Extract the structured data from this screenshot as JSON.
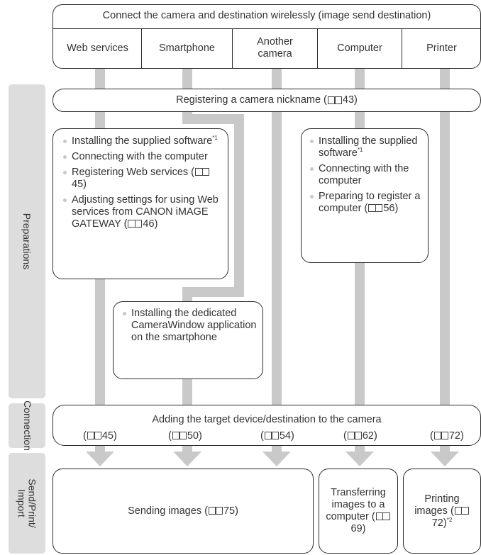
{
  "header": {
    "title": "Connect the camera and destination wirelessly (image send destination)",
    "destinations": [
      "Web services",
      "Smartphone",
      "Another camera",
      "Computer",
      "Printer"
    ]
  },
  "stages": [
    "Preparations",
    "Connection",
    "Send/Print/ Import"
  ],
  "nickname": {
    "label": "Registering a camera nickname",
    "page": "43"
  },
  "web_prep": {
    "item1": "Installing the supplied software",
    "item1_note": "*1",
    "item2": "Connecting with the computer",
    "item3": "Registering Web services",
    "item3_page": "45",
    "item4": "Adjusting settings for using Web services from CANON iMAGE GATEWAY",
    "item4_page": "46"
  },
  "computer_prep": {
    "item1": "Installing the supplied software",
    "item1_note": "*1",
    "item2": "Connecting with the computer",
    "item3": "Preparing to register a computer",
    "item3_page": "56"
  },
  "smartphone_prep": {
    "item1": "Installing the dedicated CameraWindow application on the smartphone"
  },
  "connection": {
    "label": "Adding the target device/destination to the camera",
    "pages": [
      "45",
      "50",
      "54",
      "62",
      "72"
    ]
  },
  "send": {
    "sending_label": "Sending images",
    "sending_page": "75",
    "transfer_label": "Transferring images to a computer",
    "transfer_page": "69",
    "print_label": "Printing images",
    "print_page": "72",
    "print_note": "*2"
  },
  "colors": {
    "stage_band": "#dddddd",
    "connector": "#c9c9c9",
    "border": "#2b2b2b",
    "text": "#333333",
    "bullet": "#c8c8c8"
  },
  "icons": {
    "page_reference": "book-icon"
  }
}
